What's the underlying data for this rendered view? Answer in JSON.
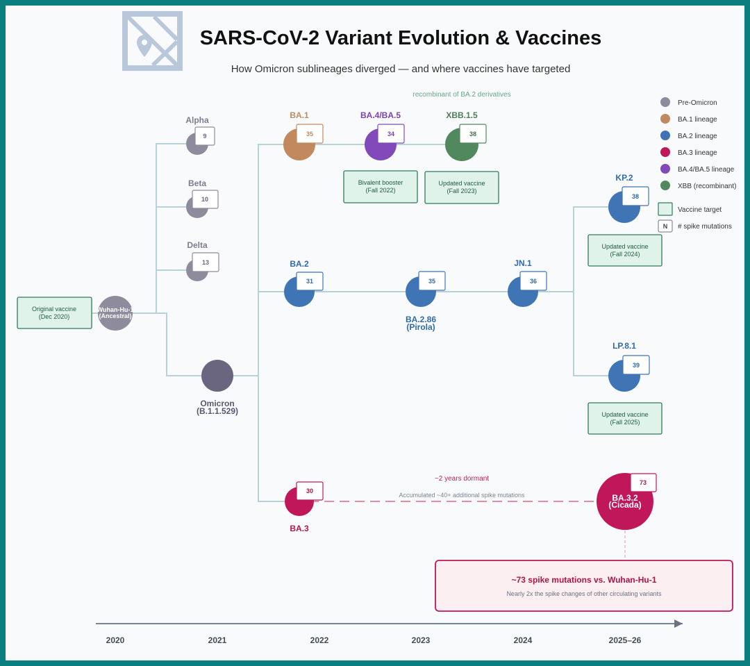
{
  "header": {
    "title": "SARS-CoV-2 Variant Evolution & Vaccines",
    "subtitle": "How Omicron sublineages diverged — and where vaccines have targeted"
  },
  "colors": {
    "pre_omicron": "#8e8c9c",
    "omicron": "#6b6680",
    "ba1": "#c08a5e",
    "ba2": "#3f75b4",
    "ba3": "#c0175a",
    "ba45": "#8249ba",
    "xbb": "#52885e",
    "vaccine_fill": "#dff3ea",
    "vaccine_border": "#2f7a5a"
  },
  "nodes": {
    "wuhan": {
      "label": "Wuhan-Hu-1",
      "sub": "(Ancestral)"
    },
    "alpha": {
      "label": "Alpha",
      "mutations": "9"
    },
    "beta": {
      "label": "Beta",
      "mutations": "10"
    },
    "delta": {
      "label": "Delta",
      "mutations": "13"
    },
    "omicron": {
      "label": "Omicron",
      "sub": "(B.1.1.529)"
    },
    "ba1": {
      "label": "BA.1",
      "mutations": "35"
    },
    "ba45": {
      "label": "BA.4/BA.5",
      "mutations": "34"
    },
    "xbb": {
      "label": "XBB.1.5",
      "mutations": "38"
    },
    "ba2": {
      "label": "BA.2",
      "mutations": "31"
    },
    "ba286": {
      "label": "BA.2.86",
      "sub": "(Pirola)",
      "mutations": "35"
    },
    "jn1": {
      "label": "JN.1",
      "mutations": "36"
    },
    "kp2": {
      "label": "KP.2",
      "mutations": "38"
    },
    "lp81": {
      "label": "LP.8.1",
      "mutations": "39"
    },
    "ba3": {
      "label": "BA.3",
      "mutations": "30"
    },
    "ba32": {
      "label": "BA.3.2",
      "sub": "(Cicada)",
      "mutations": "73"
    }
  },
  "vaccines": {
    "original": {
      "line1": "Original vaccine",
      "line2": "(Dec 2020)"
    },
    "bivalent": {
      "line1": "Bivalent booster",
      "line2": "(Fall 2022)"
    },
    "fall2023": {
      "line1": "Updated vaccine",
      "line2": "(Fall 2023)"
    },
    "fall2024": {
      "line1": "Updated vaccine",
      "line2": "(Fall 2024)"
    },
    "fall2025": {
      "line1": "Updated vaccine",
      "line2": "(Fall 2025)"
    }
  },
  "annotations": {
    "recombinant": "recombinant of BA.2 derivatives",
    "dormant": "~2 years dormant",
    "accumulated": "Accumulated ~40+ additional spike mutations"
  },
  "callout": {
    "title": "~73 spike mutations vs. Wuhan-Hu-1",
    "subtitle": "Nearly 2x the spike changes of other circulating variants"
  },
  "legend": {
    "pre_omicron": "Pre-Omicron",
    "ba1": "BA.1 lineage",
    "ba2": "BA.2 lineage",
    "ba3": "BA.3 lineage",
    "ba45": "BA.4/BA.5 lineage",
    "xbb": "XBB (recombinant)",
    "vaccine": "Vaccine target",
    "mutations_key": "N",
    "mutations": "# spike mutations"
  },
  "timeline": [
    "2020",
    "2021",
    "2022",
    "2023",
    "2024",
    "2025–26"
  ]
}
